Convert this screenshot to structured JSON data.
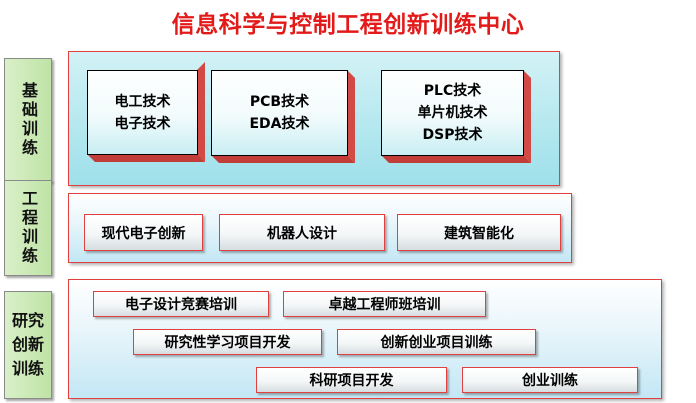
{
  "title": "信息科学与控制工程创新训练中心",
  "rows": {
    "basic": {
      "label": "基础训练",
      "items": [
        "电工技术\n电子技术",
        "PCB技术\nEDA技术",
        "PLC技术\n单片机技术\nDSP技术"
      ]
    },
    "engineering": {
      "label": "工程训练",
      "items": [
        "现代电子创新",
        "机器人设计",
        "建筑智能化"
      ]
    },
    "research": {
      "label": "研究\n创新\n训练",
      "items": [
        "电子设计竞赛培训",
        "卓越工程师班培训",
        "研究性学习项目开发",
        "创新创业项目训练",
        "科研项目开发",
        "创业训练"
      ]
    }
  },
  "colors": {
    "title": "#e31a1a",
    "side_label_bg": "#c8e8b2",
    "panel_border": "#e04040",
    "block_side": "#d24a45",
    "panel_fill": "#aee4ee"
  }
}
